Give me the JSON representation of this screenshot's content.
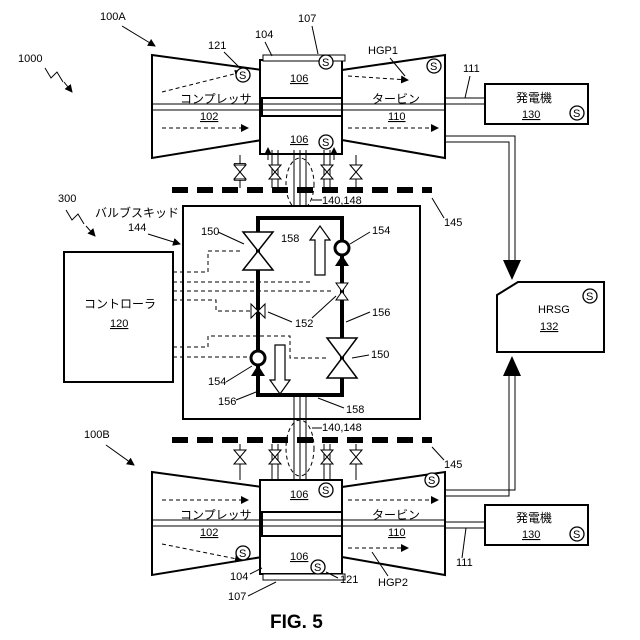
{
  "figure": {
    "caption": "FIG. 5",
    "ref_system": "1000",
    "ref_skid_system": "300"
  },
  "top_turbine": {
    "ref": "100A",
    "compressor_label": "コンプレッサ",
    "compressor_num": "102",
    "turbine_label": "タービン",
    "turbine_num": "110",
    "combustor_num_top": "106",
    "combustor_num_bottom": "106",
    "ref_sensor": "121",
    "ref_casing": "104",
    "ref_outer": "107",
    "ref_hgp": "HGP1",
    "ref_shaft": "111"
  },
  "bottom_turbine": {
    "ref": "100B",
    "compressor_label": "コンプレッサ",
    "compressor_num": "102",
    "turbine_label": "タービン",
    "turbine_num": "110",
    "combustor_num_top": "106",
    "combustor_num_bottom": "106",
    "ref_sensor": "121",
    "ref_casing": "104",
    "ref_outer": "107",
    "ref_hgp": "HGP2",
    "ref_shaft": "111"
  },
  "generator_top": {
    "label": "発電機",
    "num": "130"
  },
  "generator_bottom": {
    "label": "発電機",
    "num": "130"
  },
  "hrsg": {
    "label": "HRSG",
    "num": "132"
  },
  "controller": {
    "label": "コントローラ",
    "num": "120"
  },
  "valve_skid": {
    "label": "バルブスキッド",
    "ref": "144",
    "ref_valve": "150",
    "ref_check_valve": "154",
    "ref_port": "158",
    "ref_iso_valve": "152",
    "ref_pipe": "156",
    "ref_line_top": "140,148",
    "ref_line_bottom": "140,148",
    "ref_barrier_top": "145",
    "ref_barrier_bottom": "145"
  },
  "sensor_symbol": "S"
}
